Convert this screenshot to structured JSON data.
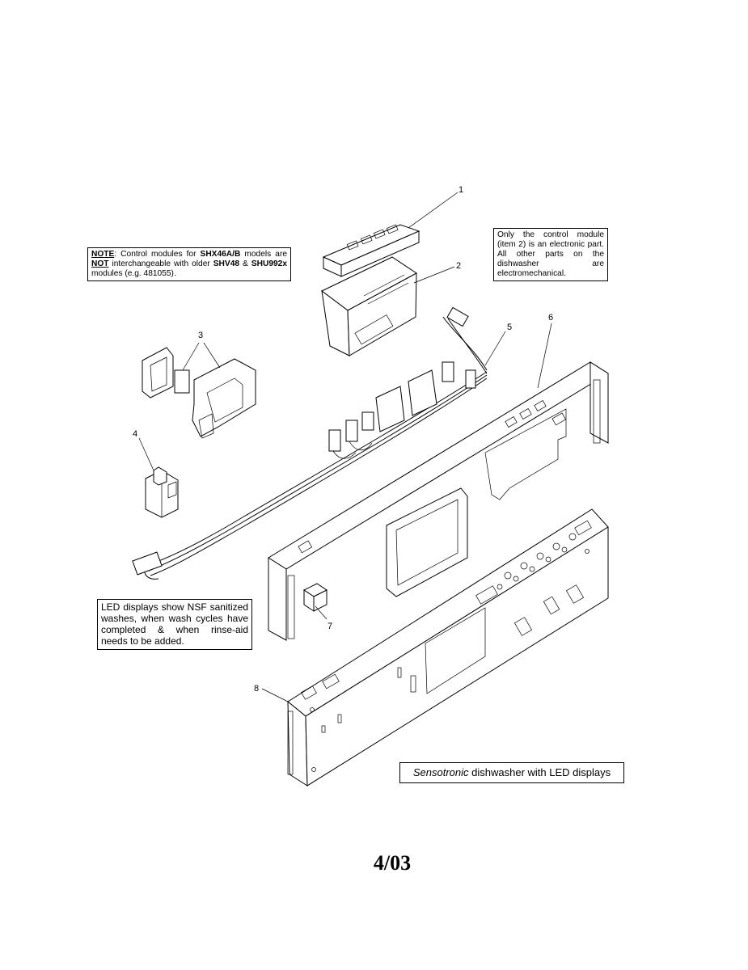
{
  "callouts": {
    "c1": "1",
    "c2": "2",
    "c3": "3",
    "c4": "4",
    "c5": "5",
    "c6": "6",
    "c7": "7",
    "c8": "8"
  },
  "notes": {
    "compat": {
      "note_label": "NOTE",
      "text_1": ":   Control  modules  for ",
      "model_a": "SHX46A/B",
      "text_2": " models are ",
      "not": "NOT",
      "text_3": " interchangeable with older ",
      "model_b": "SHV48",
      "text_4": " & ",
      "model_c": "SHU992x",
      "text_5": " modules (e.g. 481055)."
    },
    "electronic": "Only the control module (item 2) is an electronic part. All other parts on the dishwasher are electromechanical.",
    "led": "LED displays show NSF sanitized washes, when wash cycles have completed & when rinse-aid needs to be added."
  },
  "caption": {
    "italic": "Sensotronic",
    "rest": " dishwasher with LED displays"
  },
  "page_date": "4/03"
}
